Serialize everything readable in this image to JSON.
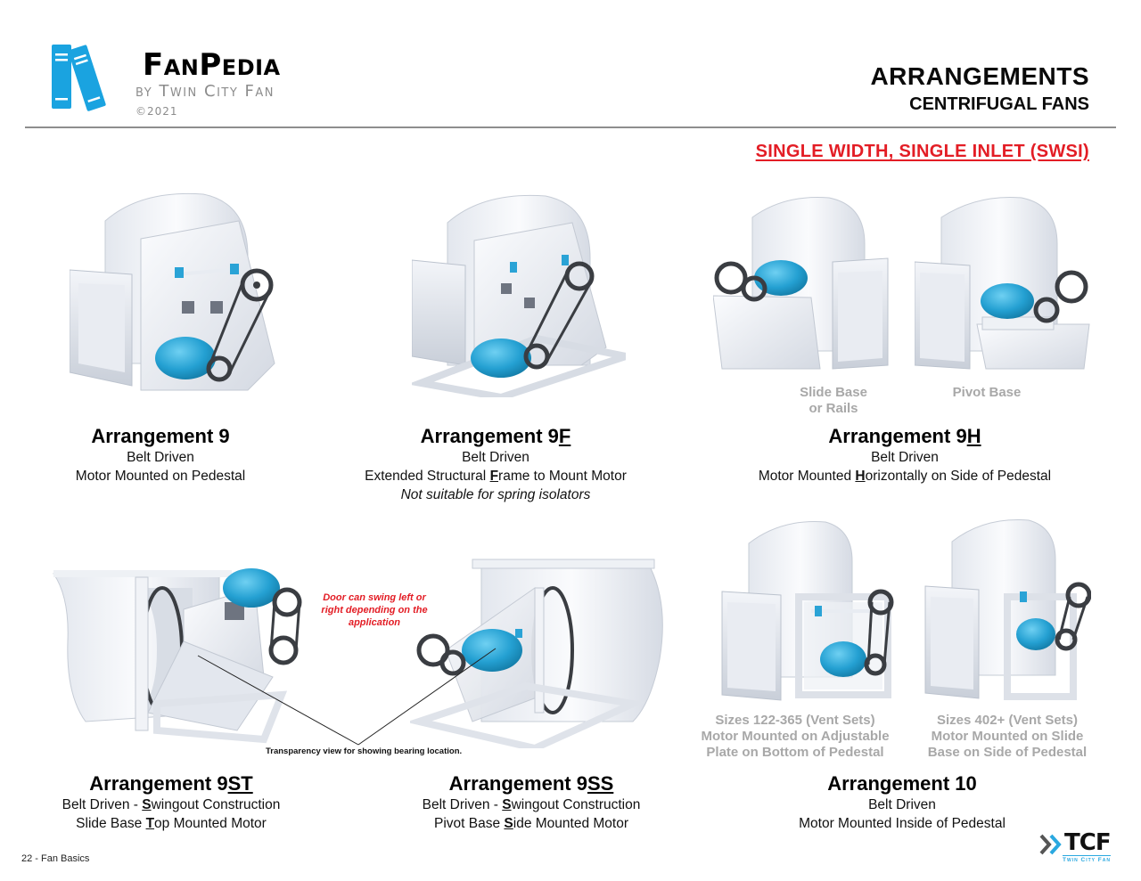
{
  "header": {
    "brand": {
      "name": "FanPedia",
      "byline": "by Twin City Fan",
      "copyright": "©2021",
      "icon": "books-icon",
      "icon_color": "#1aa3e0"
    },
    "title": "ARRANGEMENTS",
    "subtitle": "CENTRIFUGAL FANS",
    "section": "SINGLE WIDTH, SINGLE INLET (SWSI)",
    "section_color": "#e31d25"
  },
  "arrangements": [
    {
      "id": "9",
      "title_prefix": "Arrangement 9",
      "title_suffix": "",
      "lines": [
        {
          "text": "Belt Driven"
        },
        {
          "text": "Motor Mounted on Pedestal"
        }
      ]
    },
    {
      "id": "9F",
      "title_prefix": "Arrangement 9",
      "title_suffix": "F",
      "lines": [
        {
          "text": "Belt Driven"
        },
        {
          "pre": "Extended Structural ",
          "key": "F",
          "post": "rame to Mount Motor"
        }
      ],
      "note": "Not suitable for spring isolators"
    },
    {
      "id": "9H",
      "title_prefix": "Arrangement 9",
      "title_suffix": "H",
      "image_captions": [
        "Slide Base\nor Rails",
        "Pivot Base"
      ],
      "image_caption_1a": "Slide Base",
      "image_caption_1b": "or Rails",
      "image_caption_2": "Pivot Base",
      "lines": [
        {
          "text": "Belt Driven"
        },
        {
          "pre": "Motor Mounted ",
          "key": "H",
          "post": "orizontally on Side of Pedestal"
        }
      ]
    },
    {
      "id": "9ST",
      "title_prefix": "Arrangement 9",
      "title_suffix": "ST",
      "lines": [
        {
          "pre": "Belt Driven - ",
          "key": "S",
          "post": "wingout Construction"
        },
        {
          "pre": "Slide Base ",
          "key": "T",
          "post": "op Mounted Motor"
        }
      ]
    },
    {
      "id": "9SS",
      "title_prefix": "Arrangement 9",
      "title_suffix": "SS",
      "lines": [
        {
          "pre": "Belt Driven - ",
          "key": "S",
          "post": "wingout Construction"
        },
        {
          "pre": "Pivot Base ",
          "key": "S",
          "post": "ide Mounted Motor"
        }
      ]
    },
    {
      "id": "10",
      "title_prefix": "Arrangement 10",
      "title_suffix": "",
      "image_caption_left": [
        "Sizes 122-365 (Vent Sets)",
        "Motor Mounted on Adjustable",
        "Plate on Bottom of Pedestal"
      ],
      "image_caption_right": [
        "Sizes 402+ (Vent Sets)",
        "Motor Mounted on Slide",
        "Base on Side of Pedestal"
      ],
      "lines": [
        {
          "text": "Belt Driven"
        },
        {
          "text": "Motor Mounted Inside of Pedestal"
        }
      ]
    }
  ],
  "annotations": {
    "door_note": "Door can swing left or right depending on the application",
    "transparency_note": "Transparency view for showing bearing location."
  },
  "footer": {
    "page_label": "22 - Fan Basics",
    "logo_text": "TCF",
    "logo_sub": "Twin City Fan",
    "logo_chevron_colors": [
      "#555555",
      "#2aa8e0"
    ]
  },
  "colors": {
    "motor_blue": "#2aa3d6",
    "housing_grey": "#e6e9ef",
    "belt_dark": "#3a3d42",
    "caption_grey": "#a8a8a8"
  }
}
